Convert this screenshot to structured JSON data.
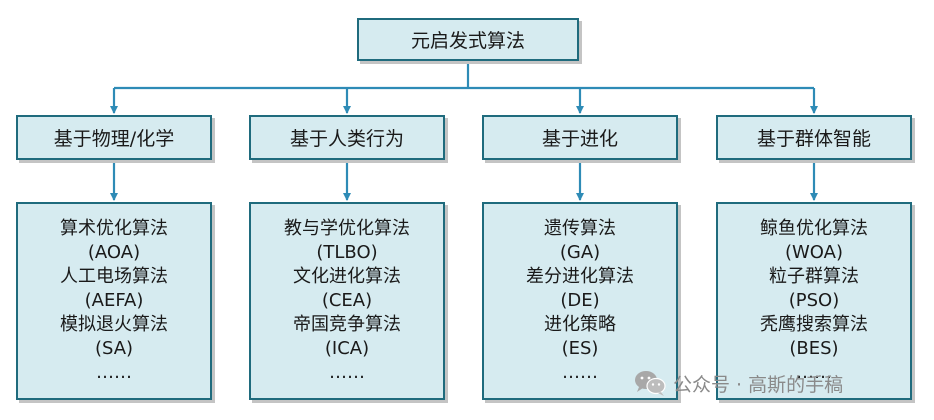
{
  "root": {
    "label": "元启发式算法"
  },
  "categories": [
    {
      "label": "基于物理/化学",
      "lines": [
        "算术优化算法",
        "(AOA)",
        "人工电场算法",
        "(AEFA)",
        "模拟退火算法",
        "(SA)",
        "……"
      ]
    },
    {
      "label": "基于人类行为",
      "lines": [
        "教与学优化算法",
        "(TLBO)",
        "文化进化算法",
        "(CEA)",
        "帝国竞争算法",
        "(ICA)",
        "……"
      ]
    },
    {
      "label": "基于进化",
      "lines": [
        "遗传算法",
        "(GA)",
        "差分进化算法",
        "(DE)",
        "进化策略",
        "(ES)",
        "……"
      ]
    },
    {
      "label": "基于群体智能",
      "lines": [
        "鲸鱼优化算法",
        "(WOA)",
        "粒子群算法",
        "(PSO)",
        "秃鹰搜索算法",
        "(BES)",
        "……"
      ]
    }
  ],
  "watermark": {
    "text": "公众号 · 高斯的手稿",
    "icon": "wechat-icon"
  },
  "colors": {
    "box_fill": "#d6ebf0",
    "box_border": "#1f6b7d",
    "connector": "#2e8bb6",
    "shadow": "#c4c4c4"
  }
}
